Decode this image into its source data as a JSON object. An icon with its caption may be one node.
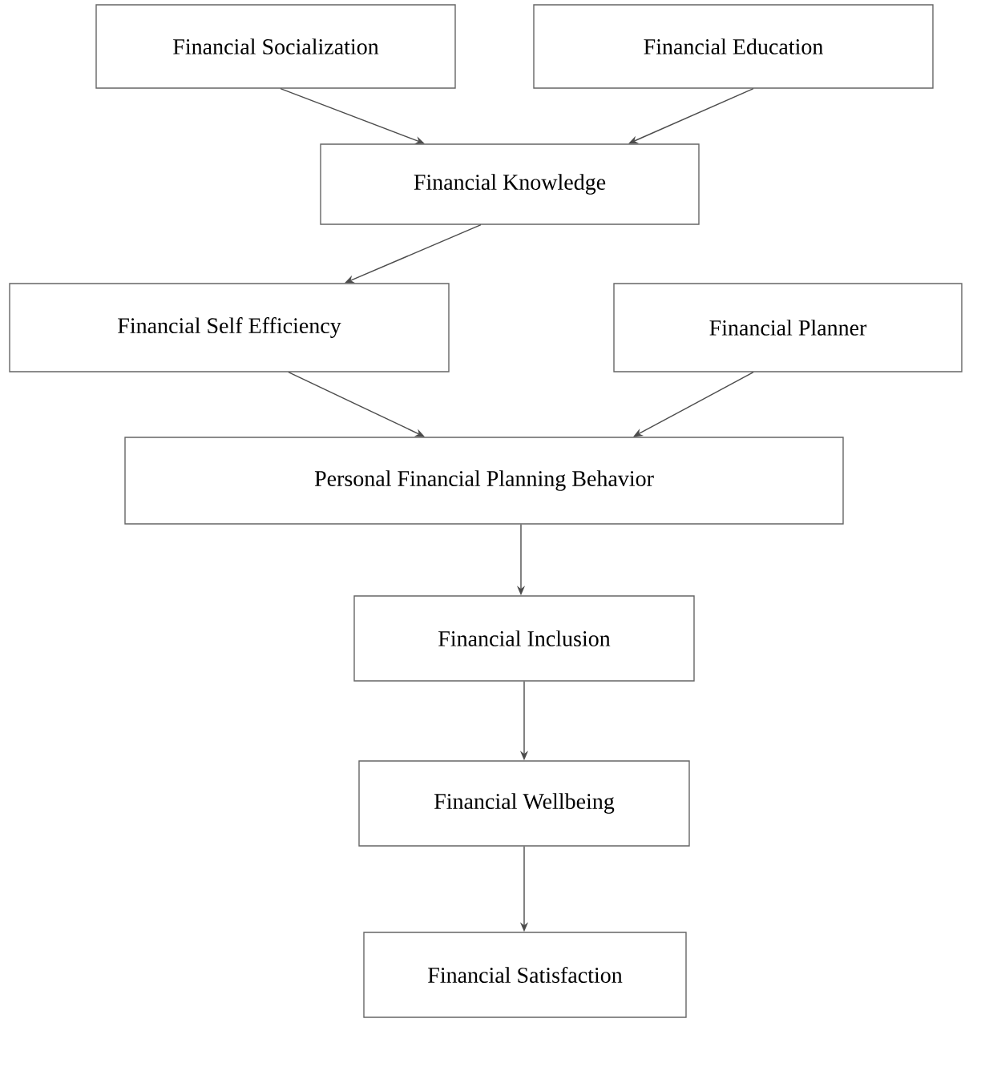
{
  "diagram": {
    "nodes": [
      {
        "text": [
          "Financial Socialization"
        ]
      },
      {
        "text": [
          "Financial Education"
        ]
      },
      {
        "text": [
          "Financial Knowledge"
        ]
      },
      {
        "text": [
          "Financial Self Efficiency"
        ]
      },
      {
        "text": [
          "Financial Planner"
        ]
      },
      {
        "text": [
          "Personal Financial Planning Behavior"
        ]
      },
      {
        "text": [
          "Financial Inclusion"
        ]
      },
      {
        "text": [
          "Financial Wellbeing"
        ]
      },
      {
        "text": [
          "Financial Satisfaction"
        ]
      }
    ],
    "edges": [
      {
        "from": 0,
        "to": 2,
        "arrow": "to"
      },
      {
        "from": 1,
        "to": 2,
        "arrow": "to"
      },
      {
        "from": 2,
        "to": 3,
        "arrow": "to"
      },
      {
        "from": 3,
        "to": 5,
        "arrow": "to"
      },
      {
        "from": 4,
        "to": 5,
        "arrow": "to"
      },
      {
        "from": 5,
        "to": 6,
        "arrow": "to"
      },
      {
        "from": 6,
        "to": 7,
        "arrow": "to"
      },
      {
        "from": 7,
        "to": 8,
        "arrow": "to"
      }
    ]
  }
}
